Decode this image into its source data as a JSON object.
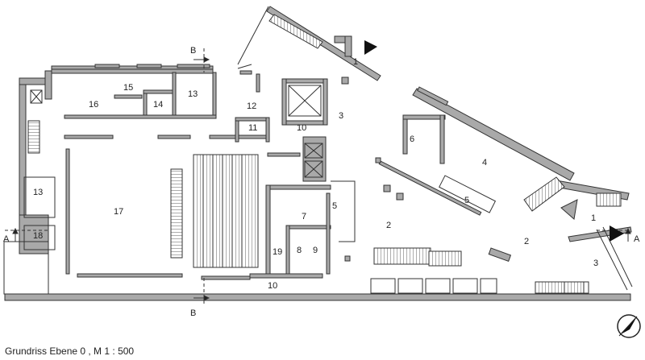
{
  "caption": "Grundriss Ebene 0 , M 1 : 500",
  "section_marks": {
    "b_top": "B",
    "b_bottom": "B",
    "a_left": "A",
    "a_right": "A"
  },
  "room_labels": [
    {
      "id": "r1a",
      "text": "1"
    },
    {
      "id": "r1b",
      "text": "1"
    },
    {
      "id": "r2a",
      "text": "2"
    },
    {
      "id": "r2b",
      "text": "2"
    },
    {
      "id": "r3a",
      "text": "3"
    },
    {
      "id": "r3b",
      "text": "3"
    },
    {
      "id": "r4",
      "text": "4"
    },
    {
      "id": "r5a",
      "text": "5"
    },
    {
      "id": "r5b",
      "text": "5"
    },
    {
      "id": "r6",
      "text": "6"
    },
    {
      "id": "r7",
      "text": "7"
    },
    {
      "id": "r8",
      "text": "8"
    },
    {
      "id": "r9",
      "text": "9"
    },
    {
      "id": "r10a",
      "text": "10"
    },
    {
      "id": "r10b",
      "text": "10"
    },
    {
      "id": "r11",
      "text": "11"
    },
    {
      "id": "r12",
      "text": "12"
    },
    {
      "id": "r13a",
      "text": "13"
    },
    {
      "id": "r13b",
      "text": "13"
    },
    {
      "id": "r14",
      "text": "14"
    },
    {
      "id": "r15",
      "text": "15"
    },
    {
      "id": "r16",
      "text": "16"
    },
    {
      "id": "r17",
      "text": "17"
    },
    {
      "id": "r18",
      "text": "18"
    },
    {
      "id": "r19",
      "text": "19"
    }
  ],
  "icons": {
    "north_arrow": "north-arrow-icon",
    "entrance_top": "entrance-triangle-icon",
    "entrance_right": "entrance-triangle-icon"
  },
  "colors": {
    "wall_fill": "#a9a9a9",
    "wall_stroke": "#333333",
    "line": "#333333"
  }
}
